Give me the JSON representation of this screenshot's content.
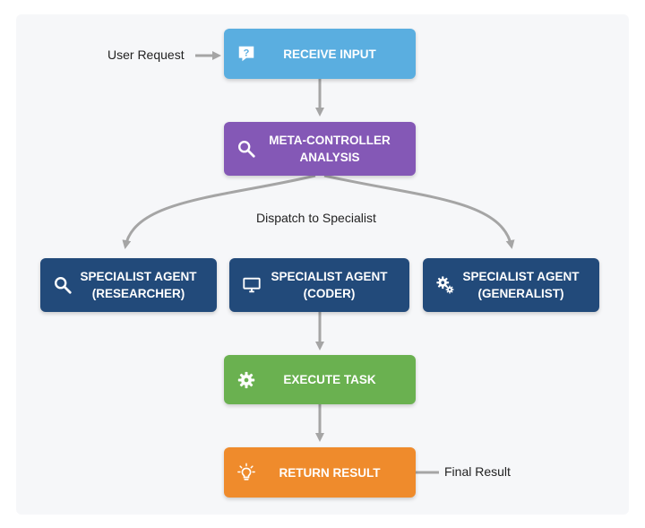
{
  "colors": {
    "input": "#5aaee0",
    "controller": "#8458b6",
    "specialist": "#224a7a",
    "execute": "#6ab150",
    "result": "#ef8b2c",
    "arrow": "#a5a5a5"
  },
  "nodes": {
    "receive_input": {
      "label": "RECEIVE INPUT",
      "icon": "question-chat-icon"
    },
    "meta_controller": {
      "label": "META-CONTROLLER\nANALYSIS",
      "icon": "magnifier-icon"
    },
    "researcher": {
      "label": "SPECIALIST AGENT\n(RESEARCHER)",
      "icon": "magnifier-icon"
    },
    "coder": {
      "label": "SPECIALIST AGENT\n(CODER)",
      "icon": "monitor-icon"
    },
    "generalist": {
      "label": "SPECIALIST AGENT\n(GENERALIST)",
      "icon": "gears-icon"
    },
    "execute_task": {
      "label": "EXECUTE TASK",
      "icon": "gear-icon"
    },
    "return_result": {
      "label": "RETURN RESULT",
      "icon": "lightbulb-icon"
    }
  },
  "labels": {
    "user_request": "User Request",
    "dispatch": "Dispatch to Specialist",
    "final_result": "Final Result"
  }
}
